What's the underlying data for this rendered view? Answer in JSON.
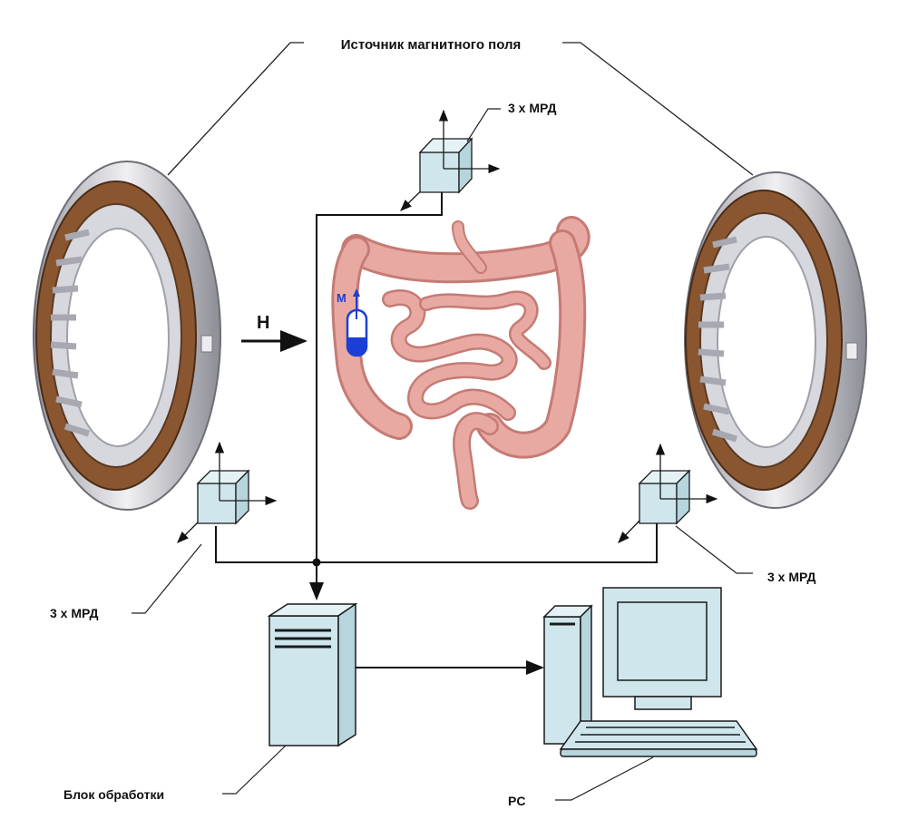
{
  "labels": {
    "field_source": "Источник магнитного поля",
    "sensor_top": "3 x МРД",
    "sensor_left": "3 x МРД",
    "sensor_right": "3 x МРД",
    "field_h": "H",
    "magnet_m": "M",
    "processing_unit": "Блок обработки",
    "pc": "PC"
  },
  "colors": {
    "cube_fill": "#cfe6ec",
    "device_fill": "#cfe6ec",
    "intestine": "#e8a9a2",
    "intestine_dark": "#c57b74",
    "capsule": "#1a3fd6",
    "coil_copper": "#8a5630",
    "ring_silver": "#c9c9cf"
  },
  "icons": {
    "coil": "helmholtz-coil-icon",
    "sensor": "sensor-cube-icon",
    "intestine": "intestine-icon",
    "capsule": "capsule-magnet-icon",
    "server": "server-tower-icon",
    "computer": "desktop-computer-icon"
  }
}
